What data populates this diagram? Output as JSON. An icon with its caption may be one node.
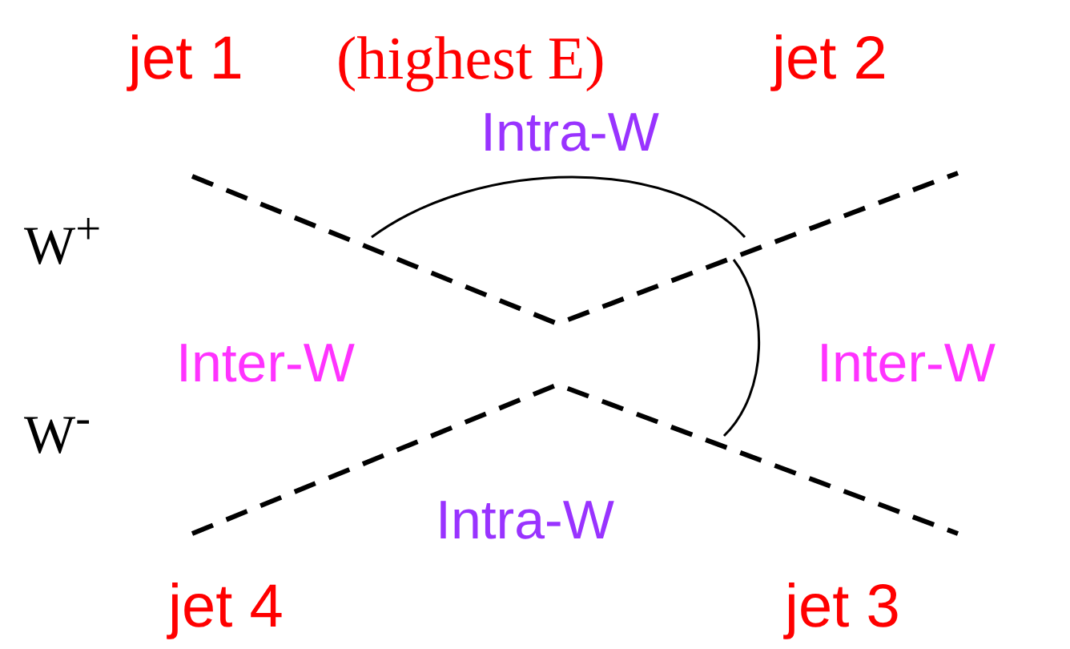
{
  "diagram": {
    "labels": [
      "jet 1",
      "(highest E)",
      "jet 2",
      "Intra-W",
      "W$^{+}$",
      "Inter-W",
      "Inter-W",
      "W$^{-}$",
      "Intra-W",
      "jet 4",
      "jet 3"
    ]
  }
}
